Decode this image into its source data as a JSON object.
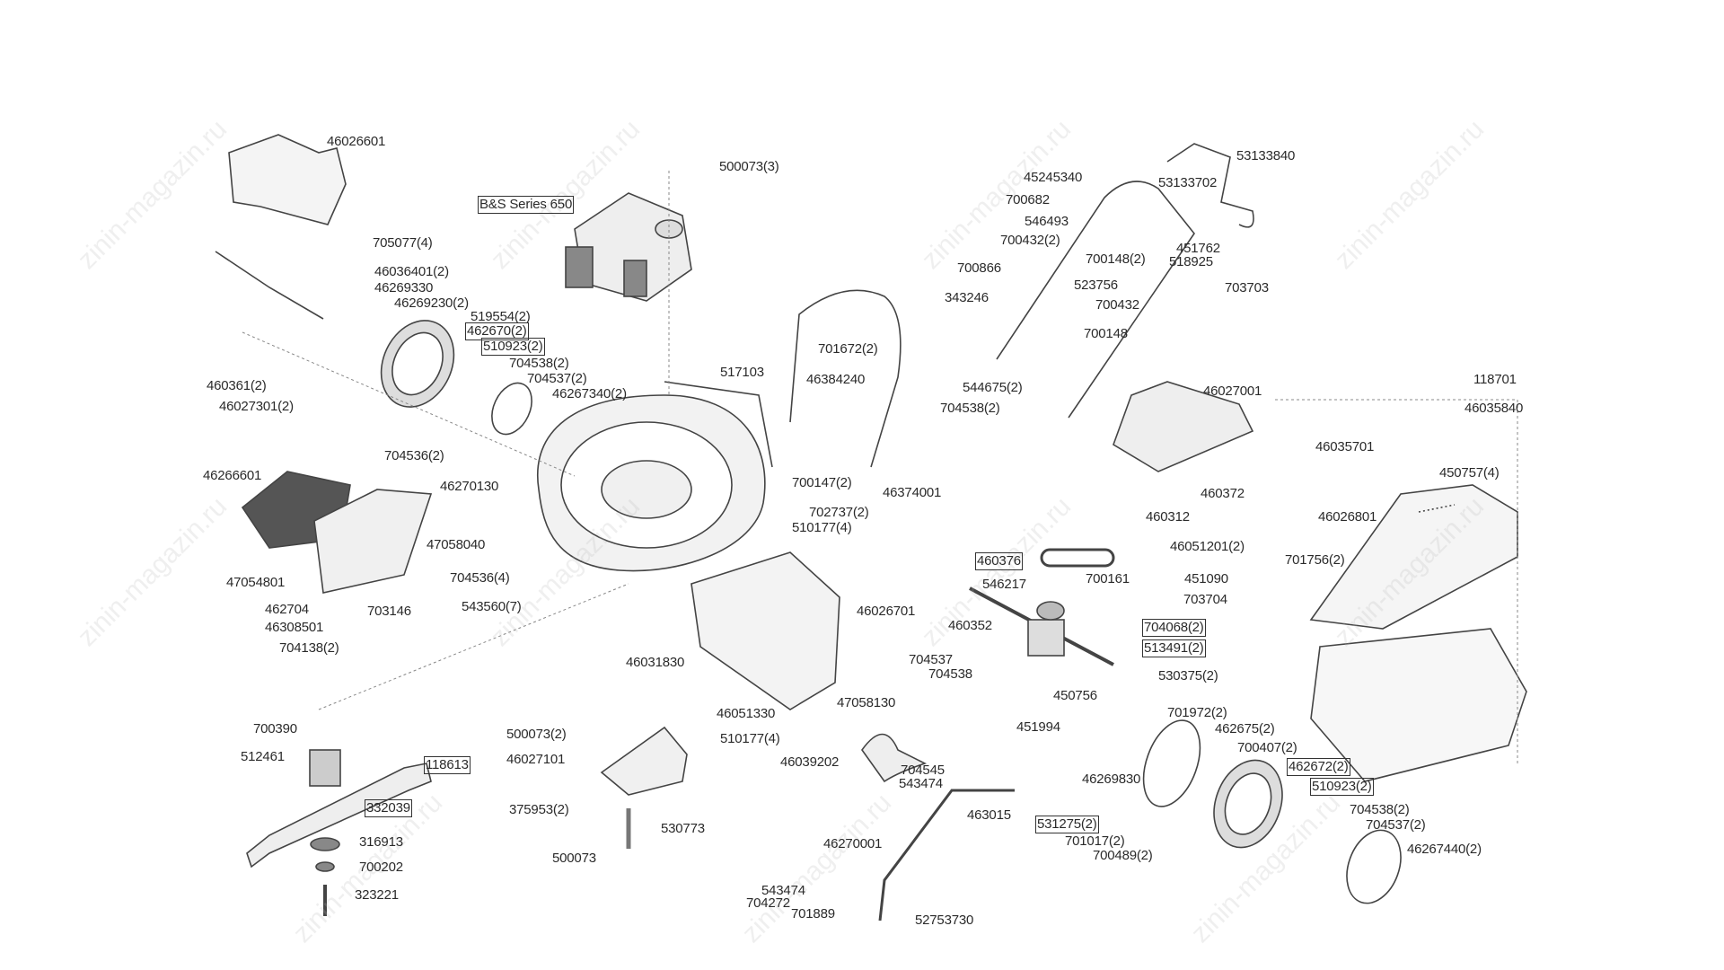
{
  "watermark": "zinin-magazin.ru",
  "labels": [
    {
      "text": "46026601"
    },
    {
      "text": "B&S Series 650",
      "boxed": true
    },
    {
      "text": "500073(3)"
    },
    {
      "text": "705077(4)"
    },
    {
      "text": "46036401(2)"
    },
    {
      "text": "46269330"
    },
    {
      "text": "46269230(2)"
    },
    {
      "text": "519554(2)"
    },
    {
      "text": "462670(2)",
      "boxed": true
    },
    {
      "text": "510923(2)",
      "boxed": true
    },
    {
      "text": "704538(2)"
    },
    {
      "text": "704537(2)"
    },
    {
      "text": "46267340(2)"
    },
    {
      "text": "460361(2)"
    },
    {
      "text": "46027301(2)"
    },
    {
      "text": "517103"
    },
    {
      "text": "53133840"
    },
    {
      "text": "45245340"
    },
    {
      "text": "53133702"
    },
    {
      "text": "700682"
    },
    {
      "text": "546493"
    },
    {
      "text": "700432(2)"
    },
    {
      "text": "451762"
    },
    {
      "text": "700148(2)"
    },
    {
      "text": "518925"
    },
    {
      "text": "700866"
    },
    {
      "text": "523756"
    },
    {
      "text": "703703"
    },
    {
      "text": "343246"
    },
    {
      "text": "700432"
    },
    {
      "text": "700148"
    },
    {
      "text": "701672(2)"
    },
    {
      "text": "46384240"
    },
    {
      "text": "544675(2)"
    },
    {
      "text": "704538(2)"
    },
    {
      "text": "46027001"
    },
    {
      "text": "118701"
    },
    {
      "text": "46035840"
    },
    {
      "text": "46035701"
    },
    {
      "text": "450757(4)"
    },
    {
      "text": "46026801"
    },
    {
      "text": "704536(2)"
    },
    {
      "text": "46266601"
    },
    {
      "text": "46270130"
    },
    {
      "text": "700147(2)"
    },
    {
      "text": "46374001"
    },
    {
      "text": "460372"
    },
    {
      "text": "702737(2)"
    },
    {
      "text": "460312"
    },
    {
      "text": "510177(4)"
    },
    {
      "text": "47058040"
    },
    {
      "text": "46051201(2)"
    },
    {
      "text": "701756(2)"
    },
    {
      "text": "47054801"
    },
    {
      "text": "704536(4)"
    },
    {
      "text": "460376",
      "boxed": true
    },
    {
      "text": "451090"
    },
    {
      "text": "546217"
    },
    {
      "text": "700161"
    },
    {
      "text": "703704"
    },
    {
      "text": "543560(7)"
    },
    {
      "text": "462704"
    },
    {
      "text": "703146"
    },
    {
      "text": "46026701"
    },
    {
      "text": "46308501"
    },
    {
      "text": "460352"
    },
    {
      "text": "704068(2)",
      "boxed": true
    },
    {
      "text": "513491(2)",
      "boxed": true
    },
    {
      "text": "704138(2)"
    },
    {
      "text": "46031830"
    },
    {
      "text": "704537"
    },
    {
      "text": "704538"
    },
    {
      "text": "530375(2)"
    },
    {
      "text": "46051330"
    },
    {
      "text": "47058130"
    },
    {
      "text": "450756"
    },
    {
      "text": "700390"
    },
    {
      "text": "451994"
    },
    {
      "text": "701972(2)"
    },
    {
      "text": "462675(2)"
    },
    {
      "text": "510177(4)"
    },
    {
      "text": "500073(2)"
    },
    {
      "text": "512461"
    },
    {
      "text": "118613",
      "boxed": true
    },
    {
      "text": "46027101"
    },
    {
      "text": "46039202"
    },
    {
      "text": "700407(2)"
    },
    {
      "text": "704545"
    },
    {
      "text": "462672(2)",
      "boxed": true
    },
    {
      "text": "46269830"
    },
    {
      "text": "543474"
    },
    {
      "text": "510923(2)",
      "boxed": true
    },
    {
      "text": "332039",
      "boxed": true
    },
    {
      "text": "375953(2)"
    },
    {
      "text": "463015"
    },
    {
      "text": "531275(2)",
      "boxed": true
    },
    {
      "text": "704538(2)"
    },
    {
      "text": "530773"
    },
    {
      "text": "704537(2)"
    },
    {
      "text": "316913"
    },
    {
      "text": "46270001"
    },
    {
      "text": "701017(2)"
    },
    {
      "text": "46267440(2)"
    },
    {
      "text": "700489(2)"
    },
    {
      "text": "500073"
    },
    {
      "text": "700202"
    },
    {
      "text": "323221"
    },
    {
      "text": "543474"
    },
    {
      "text": "704272"
    },
    {
      "text": "701889"
    },
    {
      "text": "52753730"
    }
  ]
}
